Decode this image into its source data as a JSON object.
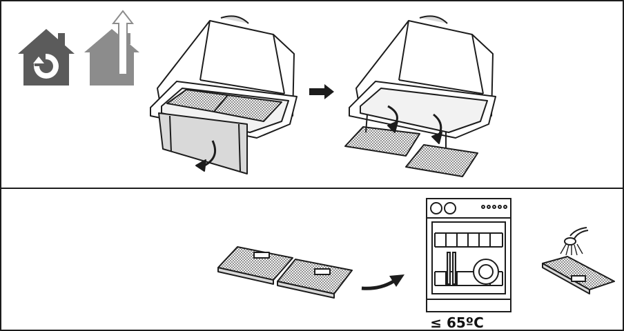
{
  "icons": {
    "maintenance": "home-refresh-icon",
    "upgrade": "home-up-arrow-icon"
  },
  "steps": {
    "step1": "remove-panel-illustration",
    "step2": "remove-filters-illustration",
    "step3": "wash-filters-illustration"
  },
  "dishwasher_temperature": "≤ 65ºC",
  "colors": {
    "icon_dark": "#5b5b5b",
    "icon_light": "#8c8c8c",
    "line": "#1c1c1c"
  }
}
